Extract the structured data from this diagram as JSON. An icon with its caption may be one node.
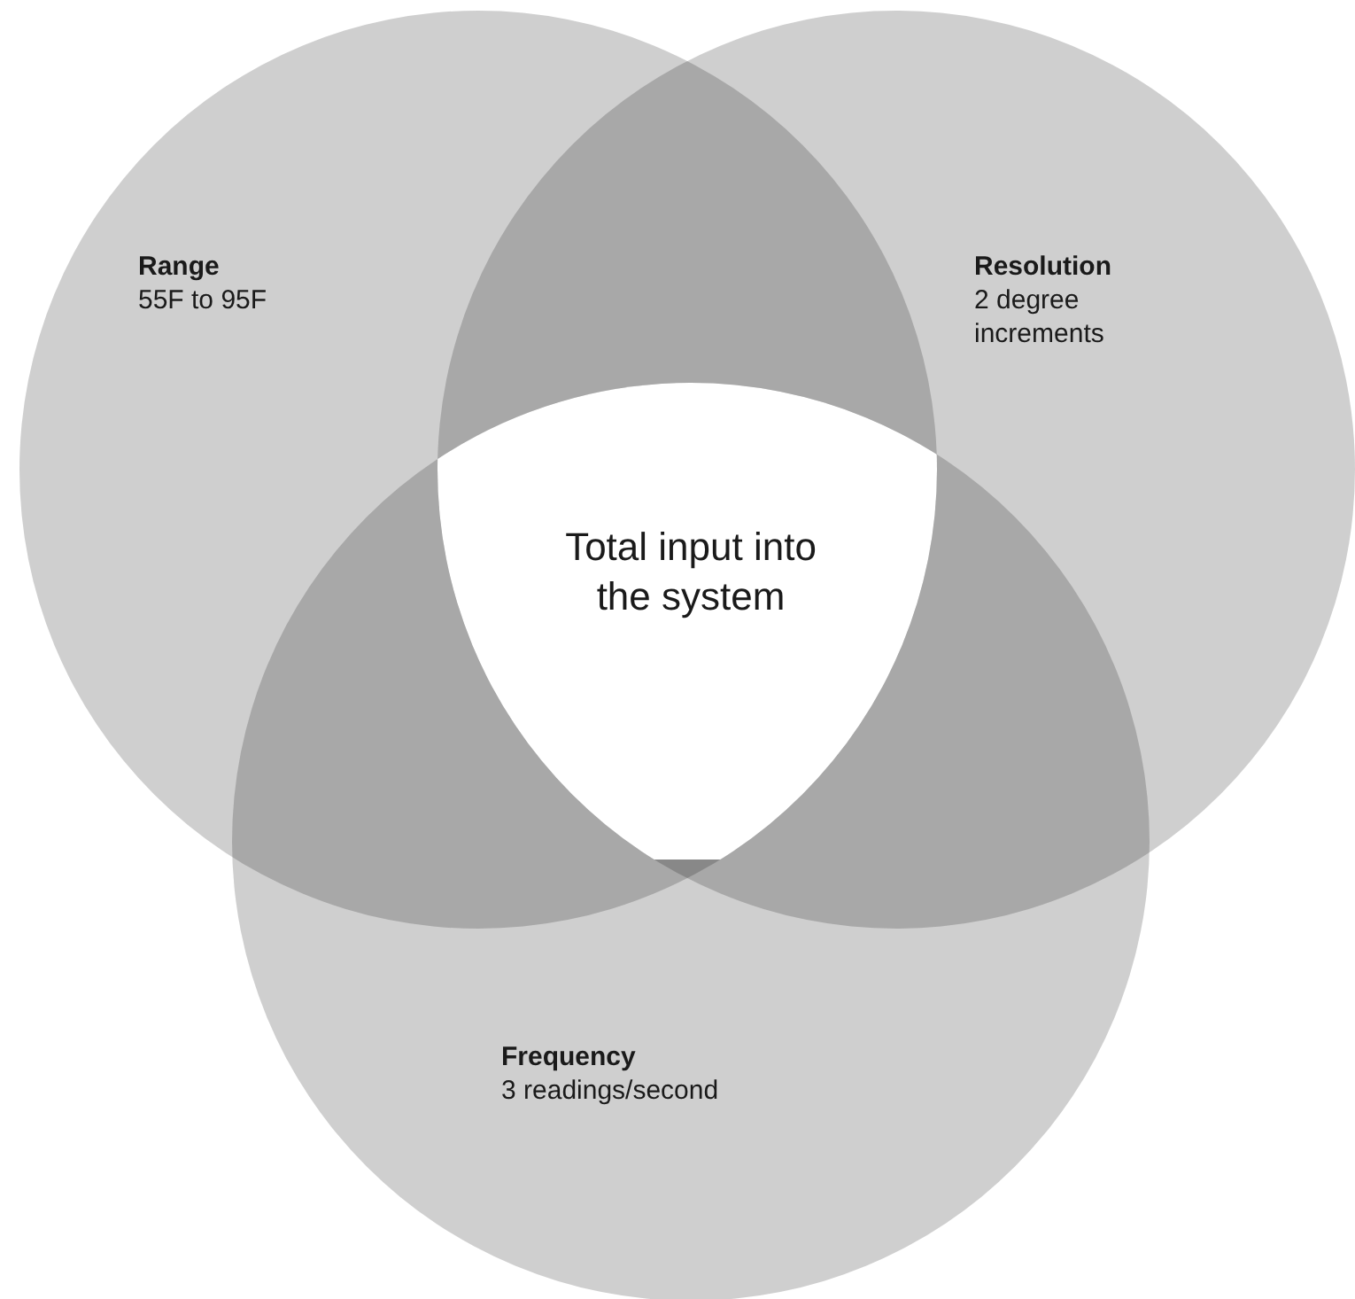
{
  "diagram": {
    "nodes": [
      {
        "text": [
          "Range",
          "55F to 95F"
        ]
      },
      {
        "text": [
          "Resolution",
          "2 degree increments"
        ]
      },
      {
        "text": [
          "Frequency",
          "3 readings/second"
        ]
      },
      {
        "text": [
          "Total input into the system"
        ]
      }
    ]
  }
}
